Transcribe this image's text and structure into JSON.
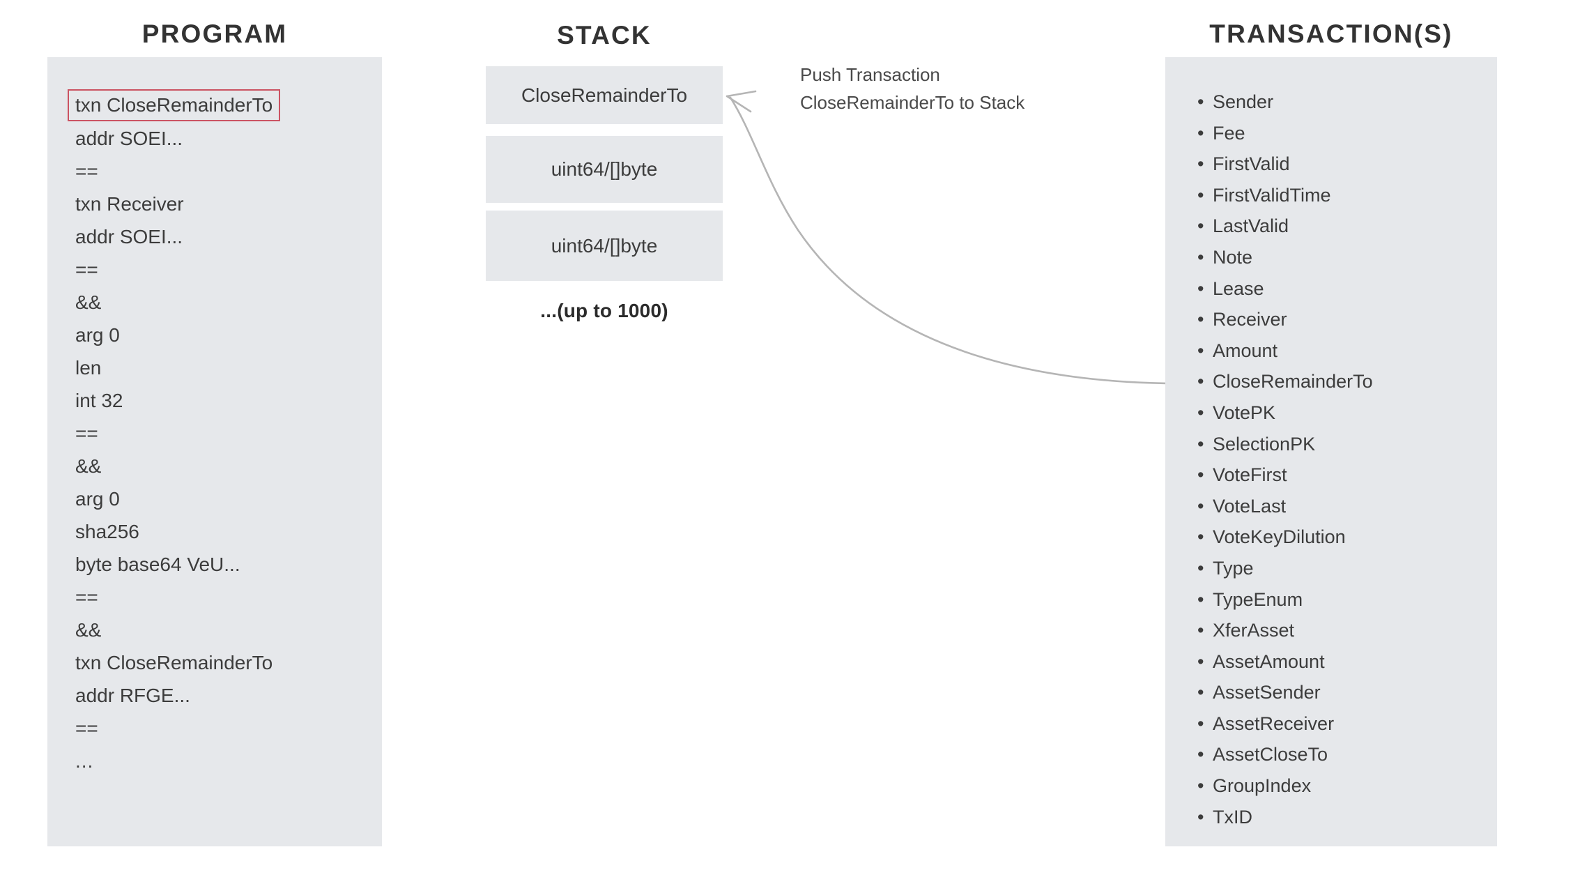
{
  "columns": {
    "program": {
      "title": "PROGRAM"
    },
    "stack": {
      "title": "STACK"
    },
    "transactions": {
      "title": "TRANSACTION(S)"
    }
  },
  "program": {
    "highlighted_index": 0,
    "lines": [
      "txn CloseRemainderTo",
      "addr SOEI...",
      "==",
      "txn Receiver",
      "addr SOEI...",
      "==",
      "&&",
      "arg 0",
      "len",
      "int 32",
      "==",
      "&&",
      "arg 0",
      "sha256",
      "byte base64 VeU...",
      "==",
      "&&",
      "txn CloseRemainderTo",
      "addr RFGE...",
      "==",
      "..."
    ]
  },
  "stack": {
    "boxes": [
      "CloseRemainderTo",
      "uint64/[]byte",
      "uint64/[]byte"
    ],
    "more_label": "...(up to 1000)"
  },
  "annotation": {
    "line1": "Push Transaction",
    "line2": "CloseRemainderTo to Stack",
    "arrow_name": "push-transaction-arrow"
  },
  "transactions": {
    "bullet": "•",
    "fields": [
      "Sender",
      "Fee",
      "FirstValid",
      "FirstValidTime",
      "LastValid",
      "Note",
      "Lease",
      "Receiver",
      "Amount",
      "CloseRemainderTo",
      "VotePK",
      "SelectionPK",
      "VoteFirst",
      "VoteLast",
      "VoteKeyDilution",
      "Type",
      "TypeEnum",
      "XferAsset",
      "AssetAmount",
      "AssetSender",
      "AssetReceiver",
      "AssetCloseTo",
      "GroupIndex",
      "TxID"
    ]
  },
  "colors": {
    "panel_background": "#e6e8eb",
    "page_background": "#ffffff",
    "text": "#3c3c3c",
    "heading": "#333333",
    "highlight_border": "#cb5362",
    "arrow": "#b0b0b0"
  }
}
